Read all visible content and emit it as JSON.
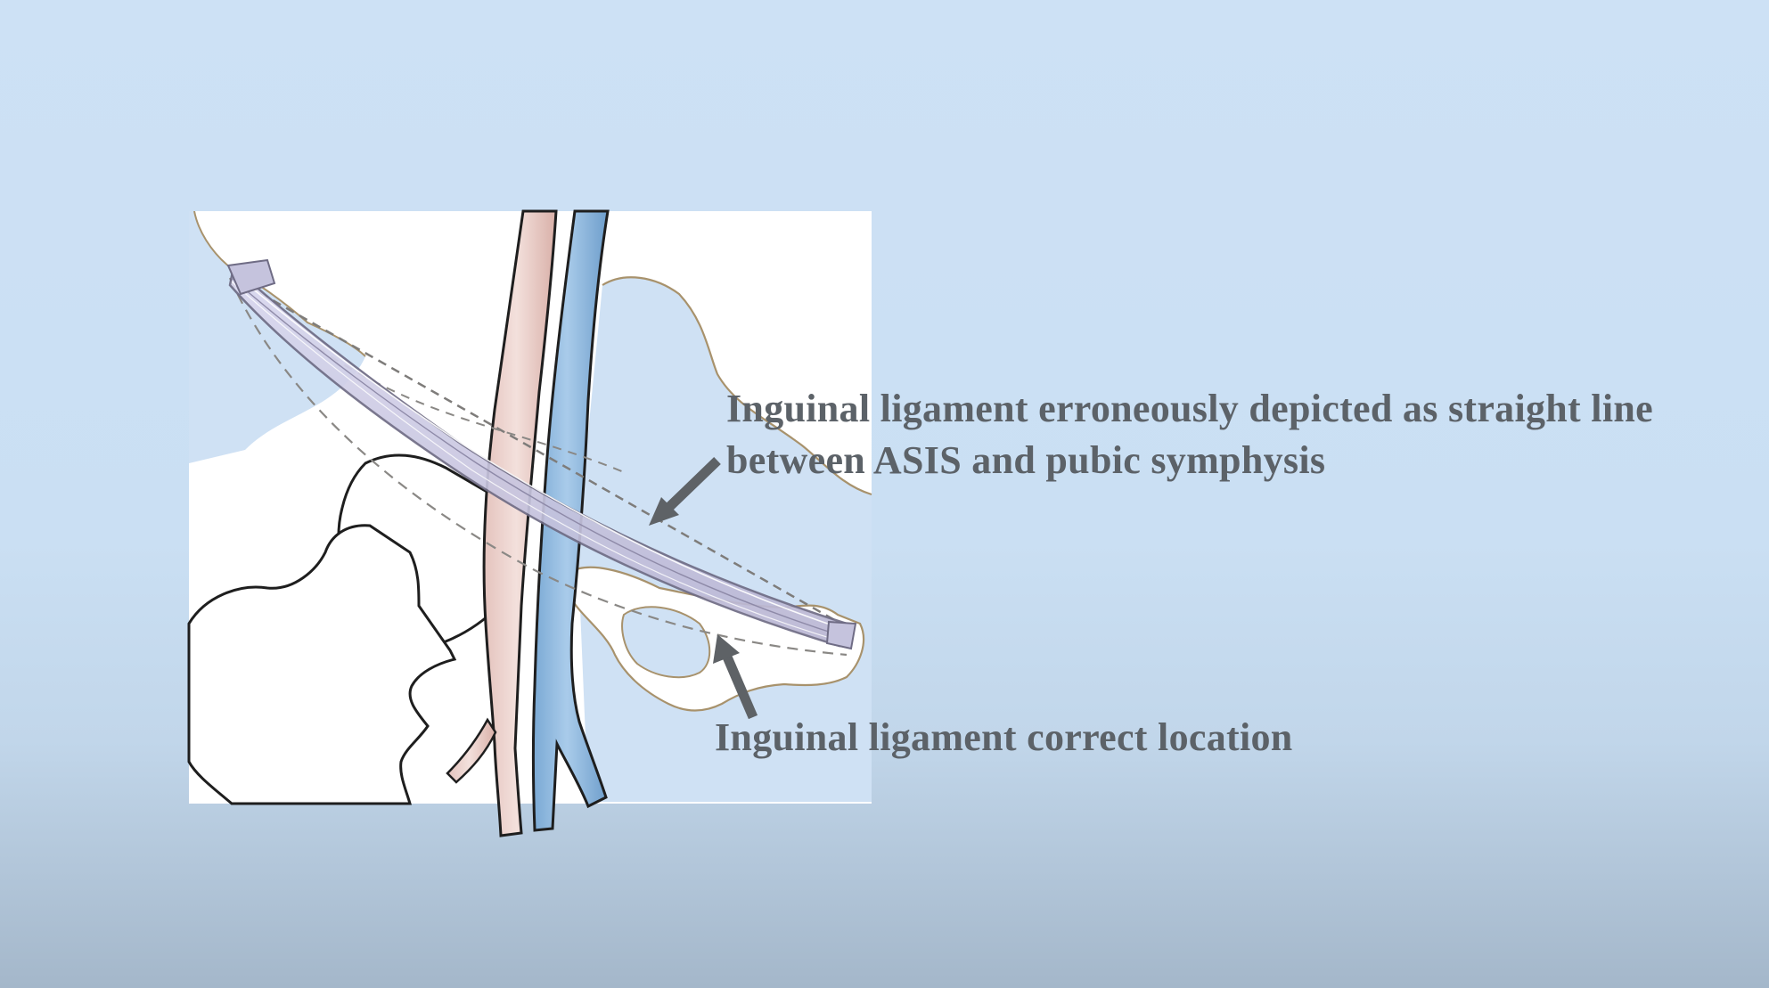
{
  "annotations": {
    "straight_line_label": {
      "line1": "Inguinal ligament erroneously depicted as straight line",
      "line2": "between ASIS and pubic symphysis"
    },
    "correct_location_label": "Inguinal ligament correct location"
  },
  "colors": {
    "background": "#cde1f5",
    "artery": "#edd4cf",
    "vein": "#8db8de",
    "ligament": "#c9c7dd",
    "bone": "#ffffff",
    "outline": "#1e1e1e",
    "pelvis_outline": "#a8926c",
    "dashed_line": "#7e7c7a",
    "arrow": "#5e6266",
    "label_text": "#5c6268"
  }
}
